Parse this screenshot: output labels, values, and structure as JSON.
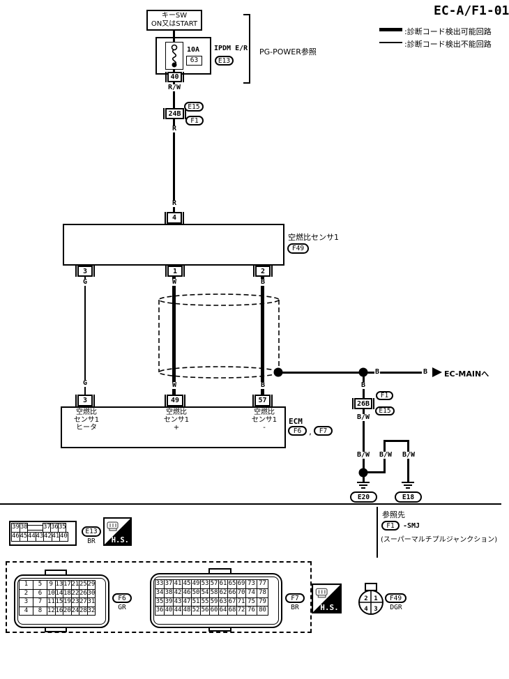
{
  "title": "EC-A/F1-01",
  "legend": {
    "thick": ":診断コード検出可能回路",
    "thin": ":診断コード検出不能回路"
  },
  "top": {
    "key_sw": [
      "キーSW",
      "ON又はSTART"
    ],
    "fuse_amp": "10A",
    "fuse_no": "63",
    "ipdm": "IPDM E/R",
    "ipdm_conn": "E13",
    "pg_ref": "PG-POWER参照",
    "pin_40": "40",
    "wire_rw": "R/W",
    "conn_e15": "E15",
    "conn_24b": "24B",
    "conn_f1": "F1",
    "wire_r": "R",
    "pin_4": "4"
  },
  "sensor": {
    "name": "空燃比センサ1",
    "conn": "F49",
    "pin_3": "3",
    "pin_1": "1",
    "pin_2": "2",
    "wire_g": "G",
    "wire_w": "W",
    "wire_b": "B"
  },
  "main_line": {
    "wire_b": "B",
    "dest": "EC-MAINへ"
  },
  "ecm": {
    "pin_3": "3",
    "pin_49": "49",
    "pin_57": "57",
    "col_3": [
      "空燃比",
      "センサ1",
      "ヒータ"
    ],
    "col_49": [
      "空燃比",
      "センサ1",
      "+"
    ],
    "col_57": [
      "空燃比",
      "センサ1",
      "-"
    ],
    "name": "ECM",
    "conn_a": "F6",
    "comma": ",",
    "conn_b": "F7",
    "conn_26b": "26B",
    "conn_f1": "F1",
    "conn_e15": "E15",
    "wire_bw": "B/W",
    "gnd_a": "E20",
    "gnd_b": "E18"
  },
  "footer": {
    "hs": "H.S.",
    "e13": {
      "top": [
        "39",
        "38",
        "37",
        "36",
        "35"
      ],
      "bottom": [
        "46",
        "45",
        "44",
        "43",
        "42",
        "41",
        "40"
      ],
      "label": "E13",
      "color": "BR"
    },
    "ref": {
      "title": "参照先",
      "conn": "F1",
      "smj": "-SMJ",
      "note": "(スーパーマルチプルジャンクション)"
    },
    "f6": {
      "rows": [
        [
          "1",
          "5",
          "9",
          "13",
          "17",
          "21",
          "25",
          "29"
        ],
        [
          "2",
          "6",
          "10",
          "14",
          "18",
          "22",
          "26",
          "30"
        ],
        [
          "3",
          "7",
          "11",
          "15",
          "19",
          "23",
          "27",
          "31"
        ],
        [
          "4",
          "8",
          "12",
          "16",
          "20",
          "24",
          "28",
          "32"
        ]
      ],
      "label": "F6",
      "color": "GR"
    },
    "f7": {
      "rows": [
        [
          "33",
          "37",
          "41",
          "45",
          "49",
          "53",
          "57",
          "61",
          "65",
          "69",
          "73",
          "77"
        ],
        [
          "34",
          "38",
          "42",
          "46",
          "50",
          "54",
          "58",
          "62",
          "66",
          "70",
          "74",
          "78"
        ],
        [
          "35",
          "39",
          "43",
          "47",
          "51",
          "55",
          "59",
          "63",
          "67",
          "71",
          "75",
          "79"
        ],
        [
          "36",
          "40",
          "44",
          "48",
          "52",
          "56",
          "60",
          "64",
          "68",
          "72",
          "76",
          "80"
        ]
      ],
      "label": "F7",
      "color": "BR"
    },
    "f49": {
      "q": [
        "2",
        "1",
        "4",
        "3"
      ],
      "label": "F49",
      "color": "DGR"
    }
  }
}
